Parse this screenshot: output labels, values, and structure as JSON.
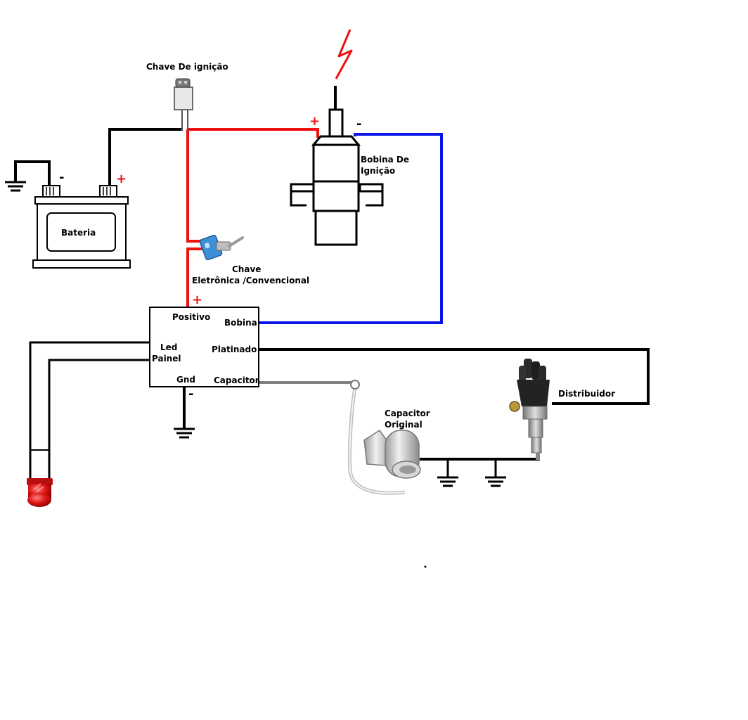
{
  "labels": {
    "ignition_key": "Chave De ignição",
    "battery": "Bateria",
    "coil_line1": "Bobina De",
    "coil_line2": "Ignição",
    "switch_line1": "Chave",
    "switch_line2": "Eletrônica /Convencional",
    "module_positive": "Positivo",
    "module_coil": "Bobina",
    "module_led_line1": "Led",
    "module_led_line2": "Painel",
    "module_points": "Platinado",
    "module_gnd": "Gnd",
    "module_capacitor": "Capacitor",
    "capacitor_line1": "Capacitor",
    "capacitor_line2": "Original",
    "distributor": "Distribuidor"
  },
  "signs": {
    "plus": "+",
    "minus": "-"
  },
  "colors": {
    "positive_wire": "#ee1111",
    "coil_negative_wire": "#0a14e6",
    "signal_wire": "#000000",
    "capacitor_wire": "#808080",
    "spark": "#ee1111",
    "led": "#dd1111"
  },
  "icons": {
    "ignition_key": "ignition-key-icon",
    "battery": "battery-icon",
    "coil": "ignition-coil-icon",
    "toggle_switch": "toggle-switch-icon",
    "led": "led-icon",
    "capacitor": "capacitor-icon",
    "distributor": "distributor-icon",
    "ground": "ground-icon",
    "spark": "spark-icon"
  }
}
